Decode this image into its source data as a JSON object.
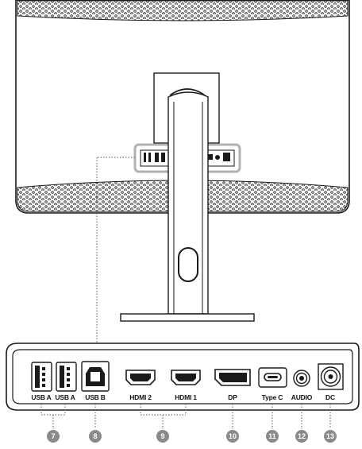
{
  "diagram": {
    "colors": {
      "outline": "#1a1a1a",
      "panel": "#ffffff",
      "vent": "#2a2a2a",
      "callout_fill": "#8a8a8a",
      "highlight_box": "#b0b0b0",
      "leader": "#555555"
    },
    "ports": [
      {
        "id": "usb-a-1",
        "label": "USB A",
        "callout": "7"
      },
      {
        "id": "usb-a-2",
        "label": "USB A",
        "callout": "7"
      },
      {
        "id": "usb-b",
        "label": "USB B",
        "callout": "8"
      },
      {
        "id": "hdmi-2",
        "label": "HDMI 2",
        "callout": "9"
      },
      {
        "id": "hdmi-1",
        "label": "HDMI 1",
        "callout": "9"
      },
      {
        "id": "dp",
        "label": "DP",
        "callout": "10"
      },
      {
        "id": "type-c",
        "label": "Type C",
        "callout": "11"
      },
      {
        "id": "audio",
        "label": "AUDIO",
        "callout": "12"
      },
      {
        "id": "dc",
        "label": "DC",
        "callout": "13"
      }
    ],
    "callouts": [
      "7",
      "8",
      "9",
      "10",
      "11",
      "12",
      "13"
    ]
  }
}
